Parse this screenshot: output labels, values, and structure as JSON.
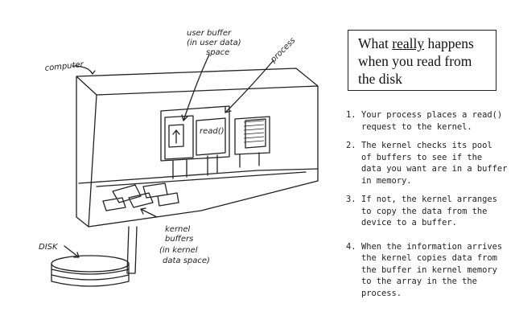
{
  "title": {
    "before": "What ",
    "underlined": "really",
    "after": " happens when you read from the disk"
  },
  "labels": {
    "computer": "computer",
    "user_buffer_1": "user buffer",
    "user_buffer_2": "(in user data)",
    "user_buffer_3": "space",
    "process": "process",
    "read_call": "read()",
    "kernel_buffers_1": "kernel",
    "kernel_buffers_2": "buffers",
    "kernel_buffers_3": "(in kernel",
    "kernel_buffers_4": "data space)",
    "disk": "DISK"
  },
  "steps": [
    {
      "num": "1.",
      "text": "Your process places a read()\nrequest to the kernel."
    },
    {
      "num": "2.",
      "text": "The kernel checks its pool\nof buffers to see if the\ndata you want are in a buffer\nin memory."
    },
    {
      "num": "3.",
      "text": "If not, the kernel arranges\nto copy the data from the\ndevice to a buffer."
    },
    {
      "num": "4.",
      "text": "When the information arrives\nthe kernel copies data from\nthe buffer in kernel memory\nto the array in the the\nprocess."
    }
  ]
}
